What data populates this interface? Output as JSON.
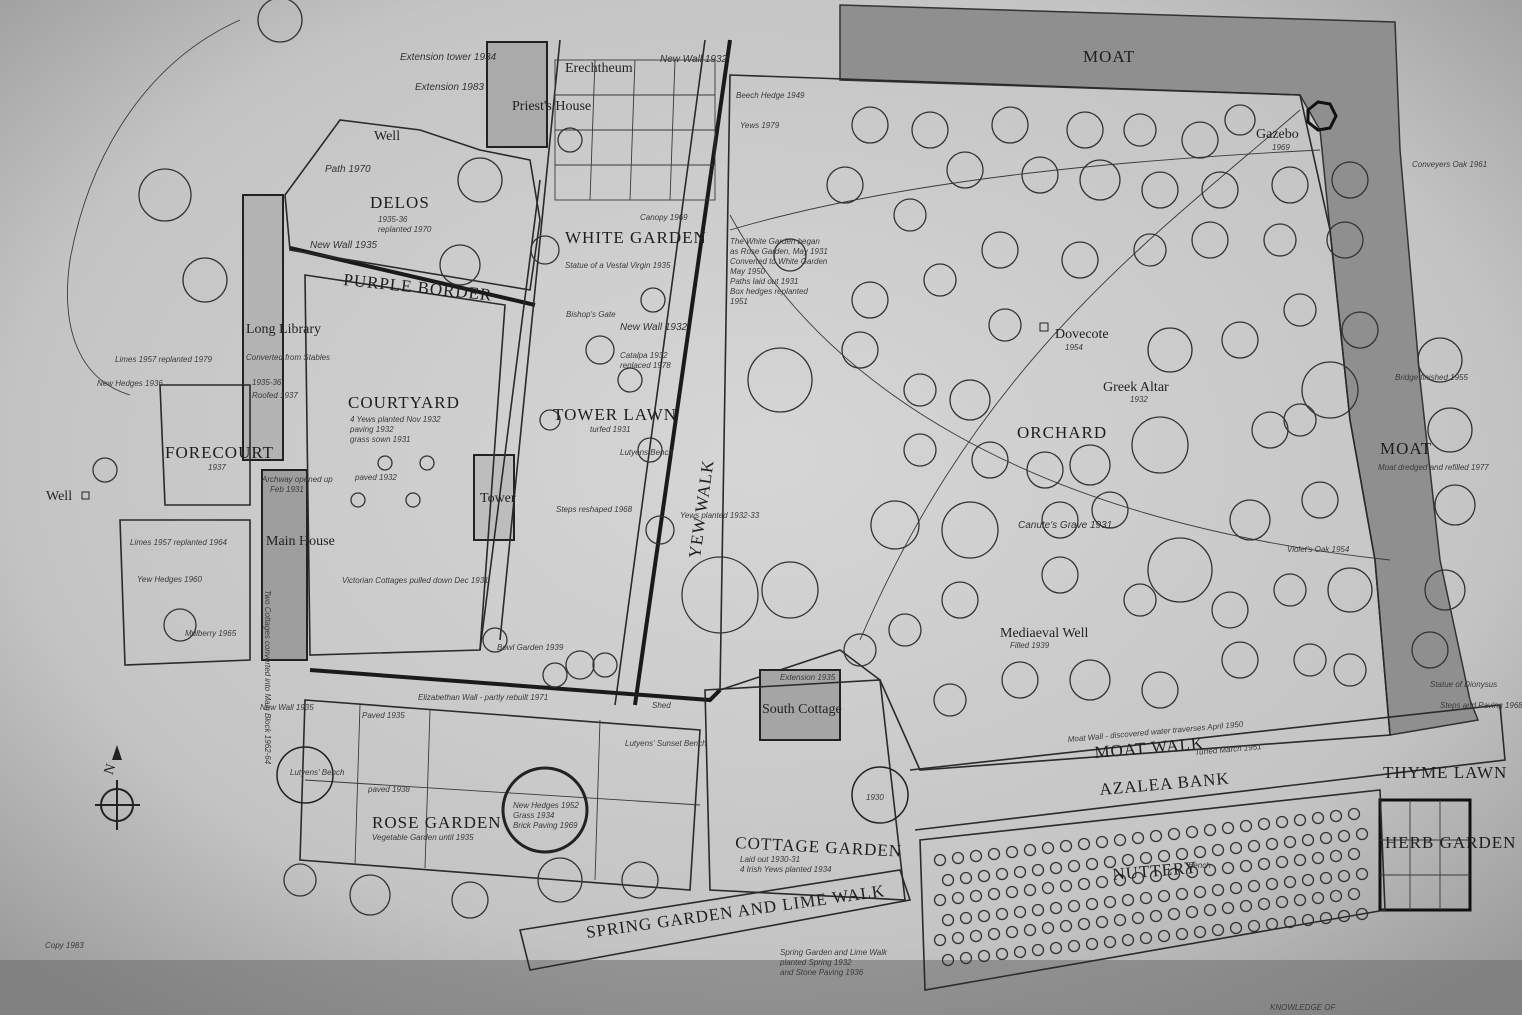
{
  "labels": {
    "moat_top": "MOAT",
    "moat_right": "MOAT",
    "erechtheum": "Erechtheum",
    "priests_house": "Priest's House",
    "well": "Well",
    "well_left": "Well",
    "delos": "DELOS",
    "white_garden": "WHITE GARDEN",
    "purple_border": "PURPLE BORDER",
    "long_library": "Long Library",
    "courtyard": "COURTYARD",
    "tower_lawn": "TOWER LAWN",
    "tower": "Tower",
    "forecourt": "FORECOURT",
    "main_house": "Main House",
    "yew_walk": "YEW WALK",
    "gazebo": "Gazebo",
    "dovecote": "Dovecote",
    "greek_altar": "Greek Altar",
    "orchard": "ORCHARD",
    "mediaeval_well": "Mediaeval Well",
    "south_cottage": "South Cottage",
    "moat_walk": "MOAT WALK",
    "azalea_bank": "AZALEA BANK",
    "thyme_lawn": "THYME LAWN",
    "herb_garden": "HERB GARDEN",
    "nuttery": "NUTTERY",
    "rose_garden": "ROSE GARDEN",
    "cottage_garden": "COTTAGE GARDEN",
    "spring_garden": "SPRING GARDEN AND LIME WALK",
    "north": "N"
  },
  "annotations": {
    "extension_tower": "Extension tower 1934",
    "extension_1983": "Extension 1983",
    "new_wall_1932_top": "New Wall 1932",
    "path_1970": "Path 1970",
    "delos_dates": "1935-36",
    "delos_replanted": "replanted 1970",
    "new_wall_1935": "New Wall 1935",
    "bishops_gate": "Bishop's Gate",
    "new_wall_1932": "New Wall 1932",
    "statue": "Statue of a Vestal Virgin 1935",
    "canopy": "Canopy 1969",
    "white_garden_note_1": "The White Garden began",
    "white_garden_note_2": "as Rose Garden, May 1931",
    "white_garden_note_3": "Converted to White Garden",
    "white_garden_note_4": "May 1950",
    "white_garden_note_5": "Paths laid out 1931",
    "white_garden_note_6": "Box hedges replanted",
    "white_garden_note_7": "1951",
    "long_library_note_1": "Converted from Stables",
    "long_library_note_2": "1935-36",
    "long_library_note_3": "Roofed 1937",
    "courtyard_note_1": "4 Yews planted Nov 1932",
    "courtyard_note_2": "paving 1932",
    "courtyard_note_3": "grass sown 1931",
    "paved_1932": "paved 1932",
    "catalpa": "Catalpa 1932",
    "catalpa_2": "replaced 1978",
    "turfed_1931": "turfed 1931",
    "lutyens_bench": "Lutyens Bench",
    "steps_reshaped": "Steps reshaped 1968",
    "yews_planted": "Yews planted 1932-33",
    "archway": "Archway opened up",
    "archway_2": "Feb 1931",
    "forecourt_date": "1937",
    "limes_1957": "Limes 1957 replanted 1979",
    "new_hedges_1936": "New Hedges 1936",
    "limes_1957_b": "Limes 1957 replanted 1964",
    "yew_hedges_1960": "Yew Hedges 1960",
    "mulberry": "Mulberry 1965",
    "main_house_note": "Two Cottages converted into Main Block 1962-64",
    "victorian_cottages": "Victorian Cottages pulled down Dec 1931",
    "bowl_garden": "Bowl Garden 1939",
    "elizabethan_wall": "Elizabethan Wall - partly rebuilt 1971",
    "new_wall_1935_b": "New Wall 1935",
    "paved_1935": "Paved 1935",
    "lutyens_sunset_bench": "Lutyens' Sunset Bench",
    "lutyens_bench_2": "Lutyens' Bench",
    "paved_1938": "paved 1938",
    "rose_garden_note": "Vegetable Garden until 1935",
    "rose_circle_1": "New Hedges 1952",
    "rose_circle_2": "Grass 1934",
    "rose_circle_3": "Brick Paving 1969",
    "shed": "Shed",
    "extension_1935": "Extension 1935",
    "cottage_note_1": "Laid out 1930-31",
    "cottage_note_2": "4 Irish Yews planted 1934",
    "date_1930": "1930",
    "gazebo_date": "1969",
    "dovecote_date": "1954",
    "greek_altar_date": "1932",
    "canute": "Canute's Grave 1931",
    "mediaeval_well_date": "Filled 1939",
    "moat_wall": "Moat Wall - discovered water traverses April 1950",
    "moat_walk_turfed": "Turfed March 1951",
    "steps_paving": "Steps and Paving 1968",
    "bridge": "Bridge finished 1955",
    "moat_note": "Moat dredged and refilled 1977",
    "violet_oak": "Violet's Oak 1954",
    "statue_dionysus": "Statue of Dionysus",
    "conveyers_oak": "Conveyers Oak 1961",
    "bee_hedge": "Beech Hedge 1949",
    "yews_1979": "Yews 1979",
    "bench": "Bench",
    "spring_note_1": "Spring Garden and Lime Walk",
    "spring_note_2": "planted Spring 1932",
    "spring_note_3": "and Stone Paving 1936",
    "bottom_right": "KNOWLEDGE OF",
    "bottom_left": "Copy 1983"
  },
  "colors": {
    "paper": "#c9c9c9",
    "ink": "#1e1e1e",
    "moat": "#8f8f8f",
    "building": "#a0a0a0"
  }
}
